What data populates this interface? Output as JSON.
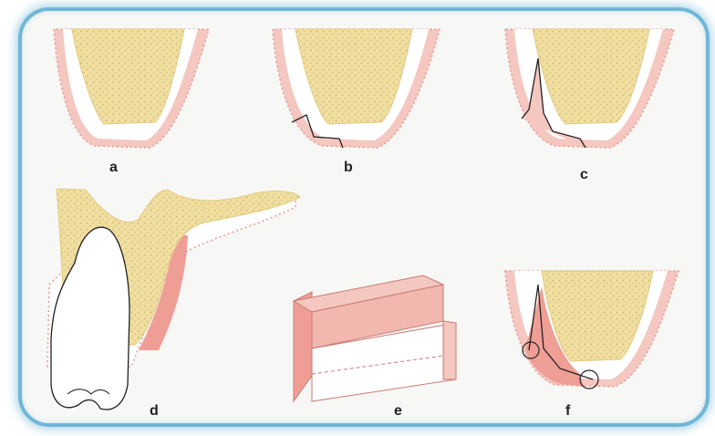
{
  "panels": [
    {
      "id": "a",
      "label": "a"
    },
    {
      "id": "b",
      "label": "b"
    },
    {
      "id": "c",
      "label": "c"
    },
    {
      "id": "d",
      "label": "d"
    },
    {
      "id": "e",
      "label": "e"
    },
    {
      "id": "f",
      "label": "f"
    }
  ],
  "colors": {
    "bone": "#f1dfa0",
    "bone_dots": "#c9b27a",
    "mucosa": "#f4c7c0",
    "mucosa_edge": "#e79a92",
    "graft": "#ef9e95",
    "frame_border": "#6fb7d6",
    "outline": "#222222"
  },
  "icons": [
    "bone-section",
    "mucosal-flap",
    "incision-line",
    "tooth-outline",
    "connective-tissue-graft",
    "suture-circle"
  ]
}
